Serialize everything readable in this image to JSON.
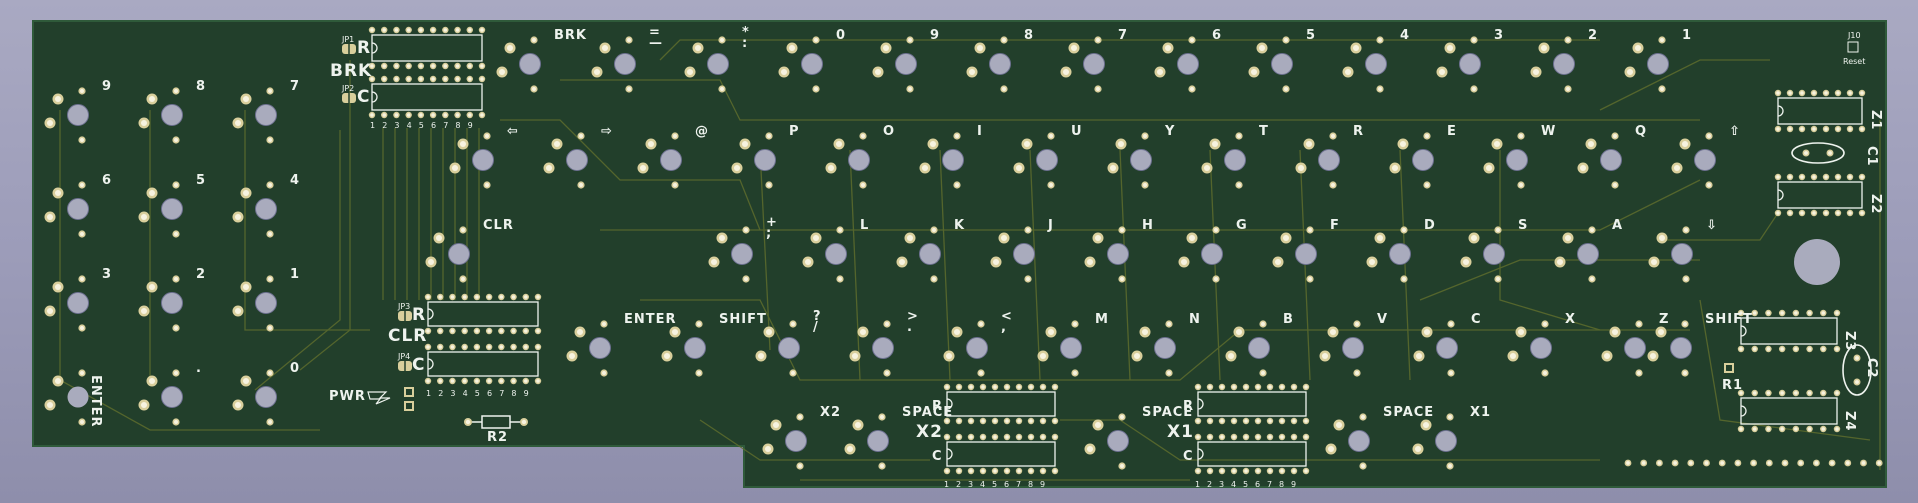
{
  "board": {
    "pcb_color": "#223f2b",
    "trace_color": "#5d6c2d",
    "pad_color": "#d9cf9c",
    "drill_color": "#a9abbd",
    "silk_color": "#eef3ee"
  },
  "keypad": {
    "rows": [
      [
        "9",
        "8",
        "7"
      ],
      [
        "6",
        "5",
        "4"
      ],
      [
        "3",
        "2",
        "1"
      ],
      [
        "ENTER",
        ".",
        "0"
      ]
    ]
  },
  "keyboard": {
    "row1": [
      "BRK",
      "=\n—",
      "*\n:",
      "0",
      "9",
      "8",
      "7",
      "6",
      "5",
      "4",
      "3",
      "2",
      "1"
    ],
    "row2": [
      "⇦",
      "⇨",
      "@",
      "P",
      "O",
      "I",
      "U",
      "Y",
      "T",
      "R",
      "E",
      "W",
      "Q",
      "⇧"
    ],
    "row3": [
      "CLR",
      "+\n;",
      "L",
      "K",
      "J",
      "H",
      "G",
      "F",
      "D",
      "S",
      "A",
      "⇩"
    ],
    "row4": [
      "ENTER",
      "SHIFT",
      "?\n/",
      ">\n.",
      "<\n,",
      "M",
      "N",
      "B",
      "V",
      "C",
      "X",
      "Z",
      "SHIFT"
    ],
    "row5": [
      "X2",
      "SPACE",
      "SPACE",
      "SPACE",
      "X1"
    ]
  },
  "silkscreen": {
    "brk": "BRK",
    "clr": "CLR",
    "x2": "X2",
    "x1": "X1",
    "pwr": "PWR",
    "reset": "Reset",
    "r_mark": "R",
    "c_mark": "C",
    "jumpers": [
      "JP1",
      "JP2",
      "JP3",
      "JP4"
    ],
    "j10": "J10",
    "r1": "R1",
    "r2": "R2",
    "c1": "C1",
    "c2": "C2",
    "z_labels": [
      "Z1",
      "Z2",
      "Z3",
      "Z4"
    ],
    "pin_numbers": [
      "1",
      "2",
      "3",
      "4",
      "5",
      "6",
      "7",
      "8",
      "9"
    ]
  }
}
